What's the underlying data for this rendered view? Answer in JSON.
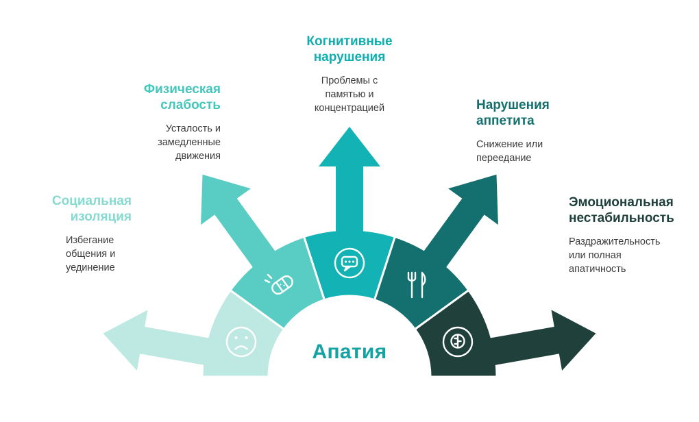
{
  "title": {
    "text": "Апатия",
    "color": "#13A3A3"
  },
  "icon_color": "#ffffff",
  "sections": [
    {
      "id": "social-isolation",
      "heading": "Социальная изоляция",
      "description": "Избегание общения и уединение",
      "color": "#BEE8E2",
      "heading_color": "#86DAD1",
      "icon": "sad-face-icon"
    },
    {
      "id": "physical-weakness",
      "heading": "Физическая слабость",
      "description": "Усталость и замедленные движения",
      "color": "#59CCC3",
      "heading_color": "#47C6BC",
      "icon": "bandage-icon"
    },
    {
      "id": "cognitive-impairment",
      "heading": "Когнитивные нарушения",
      "description": "Проблемы с памятью и концентрацией",
      "color": "#13B3B5",
      "heading_color": "#0FAFB1",
      "icon": "speech-head-icon"
    },
    {
      "id": "appetite-disorders",
      "heading": "Нарушения аппетита",
      "description": "Снижение или переедание",
      "color": "#14706E",
      "heading_color": "#14706E",
      "icon": "cutlery-icon"
    },
    {
      "id": "emotional-instability",
      "heading": "Эмоциональная нестабильность",
      "description": "Раздражительность или полная апатичность",
      "color": "#20403B",
      "heading_color": "#20403B",
      "icon": "brain-head-icon"
    }
  ]
}
